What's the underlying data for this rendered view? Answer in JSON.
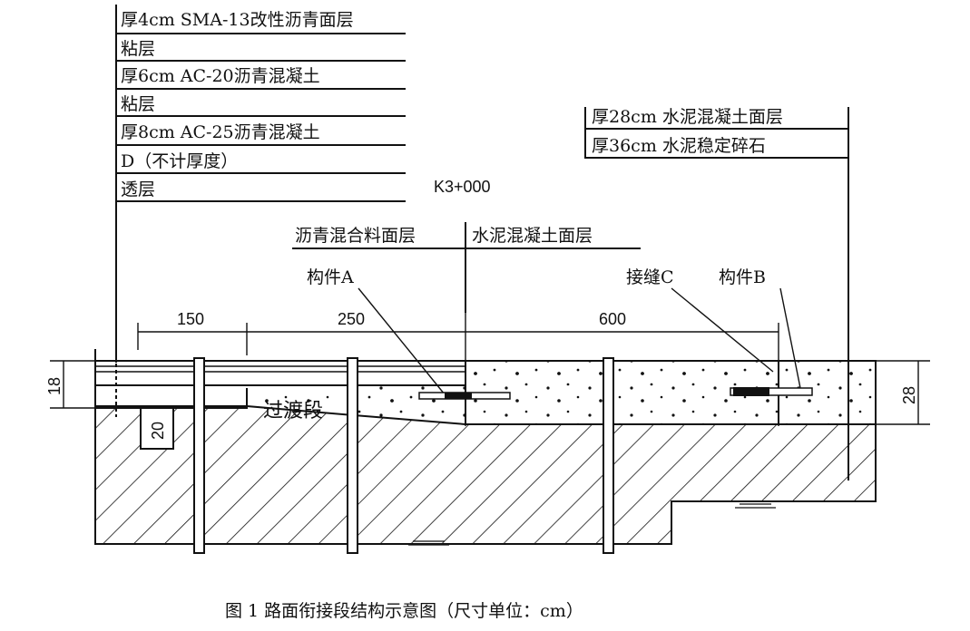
{
  "layers_left": [
    "厚4cm SMA-13改性沥青面层",
    "粘层",
    "厚6cm AC-20沥青混凝土",
    "粘层",
    "厚8cm AC-25沥青混凝土",
    "D（不计厚度）",
    "透层"
  ],
  "layers_right": [
    "厚28cm 水泥混凝土面层",
    "厚36cm 水泥稳定碎石"
  ],
  "station": "K3+000",
  "surface_left": "沥青混合料面层",
  "surface_right": "水泥混凝土面层",
  "component_a": "构件A",
  "joint_c": "接缝C",
  "component_b": "构件B",
  "dims": {
    "d1": "150",
    "d2": "250",
    "d3": "600",
    "left_h": "18",
    "right_h": "28",
    "inner": "20"
  },
  "transition": "过渡段",
  "caption": "图 1  路面衔接段结构示意图（尺寸单位：cm）"
}
